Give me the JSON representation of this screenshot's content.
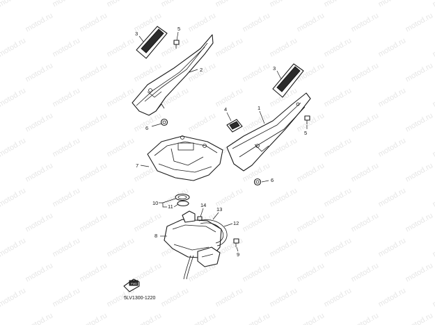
{
  "watermark": {
    "text": "motod.ru",
    "color": "#e6e6e6"
  },
  "callouts": {
    "c1": "1",
    "c2": "2",
    "c3a": "3",
    "c3b": "3",
    "c4": "4",
    "c5a": "5",
    "c5b": "5",
    "c6a": "6",
    "c6b": "6",
    "c7": "7",
    "c8": "8",
    "c9": "9",
    "c10": "10",
    "c11": "11",
    "c12": "12",
    "c13": "13",
    "c14": "14"
  },
  "diagram_code": "5LV1300-1220",
  "front_arrow_label": "FWD"
}
